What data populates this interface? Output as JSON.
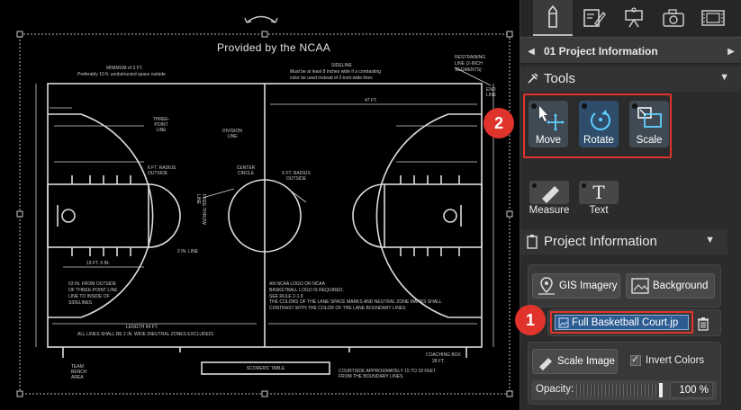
{
  "canvas": {
    "title": "Provided by the NCAA",
    "notes": [
      "MINIMUM of 3 FT.",
      "Preferably 10 ft. unobstructed space outside",
      "SIDELINE",
      "Must be at least 8 inches wide if a contrasting",
      "color be used instead of 2-inch-wide lines",
      "RESTRAINING",
      "LINE (2-INCH",
      "SEGMENTS)",
      "END LINE",
      "47 FT.",
      "DIVISION LINE",
      "CENTER CIRCLE",
      "6 FT. RADIUS OUTSIDE",
      "THREE-POINT LINE",
      "6 FT. RADIUS OUTSIDE",
      "FREE-THROW LINE",
      "2 IN. LINE",
      "19 FT. 9 IN.",
      "63 IN. FROM OUTSIDE",
      "OF THREE-POINT LINE",
      "LINE TO INSIDE OF",
      "SIDELINES",
      "LENGTH 94 FT.",
      "ALL LINES SHALL BE 2 IN. WIDE (NEUTRAL ZONES EXCLUDED)",
      "COACHING BOX",
      "28 FT.",
      "TEAM BENCH AREA",
      "SCORERS' TABLE",
      "COURTSIDE APPROXIMATELY 15 TO 18 FEET FROM THE BOUNDARY LINES",
      "THE COLORS OF THE LANE SPACE MARKS AND NEUTRAL ZONE MARKS SHALL",
      "CONTRAST WITH THE COLOR OF THE LANE BOUNDARY LINES",
      "AN NCAA LOGO OR NCAA",
      "BASKETBALL LOGO IS REQUIRED.",
      "SEE RULE 2-1.9"
    ]
  },
  "tabs": [
    {
      "name": "project-tab",
      "icon": "pencil-icon"
    },
    {
      "name": "layers-tab",
      "icon": "edit-icon"
    },
    {
      "name": "stage-tab",
      "icon": "presenter-icon"
    },
    {
      "name": "camera-tab",
      "icon": "camera-icon"
    },
    {
      "name": "film-tab",
      "icon": "film-icon"
    }
  ],
  "breadcrumb": {
    "label": "01 Project Information"
  },
  "tools_section": {
    "title": "Tools",
    "tools": [
      {
        "label": "Move"
      },
      {
        "label": "Rotate"
      },
      {
        "label": "Scale"
      }
    ],
    "extra_tools": [
      {
        "label": "Measure"
      },
      {
        "label": "Text"
      }
    ]
  },
  "project_section": {
    "title": "Project Information",
    "gis_label": "GIS Imagery",
    "background_label": "Background",
    "file_name": "Full Basketball Court.jp",
    "scale_image_label": "Scale Image",
    "invert_colors_label": "Invert Colors",
    "opacity_label": "Opacity:",
    "opacity_value": "100 %",
    "opacity_fraction": 1.0
  },
  "badges": {
    "one": "1",
    "two": "2"
  },
  "colors": {
    "accent_red": "#e0332c",
    "selected_blue": "#2c5c92"
  }
}
